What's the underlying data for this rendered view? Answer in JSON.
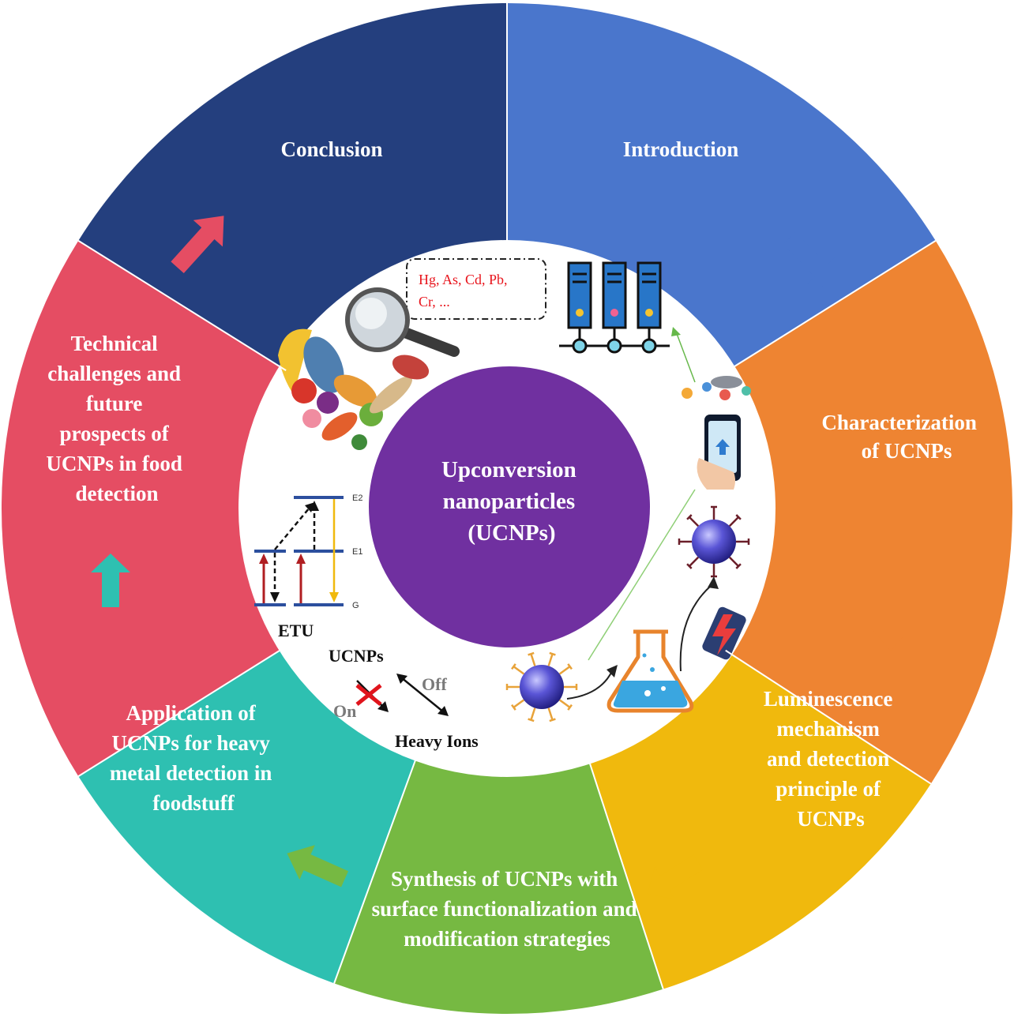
{
  "segments": [
    {
      "id": "introduction",
      "lines": [
        "Introduction"
      ],
      "color": "#4a76cc"
    },
    {
      "id": "characterization",
      "lines": [
        "Characterization",
        "of UCNPs"
      ],
      "color": "#ee8432"
    },
    {
      "id": "luminescence",
      "lines": [
        "Luminescence",
        "mechanism",
        "and detection",
        "principle of",
        "UCNPs"
      ],
      "color": "#f0b90d"
    },
    {
      "id": "synthesis",
      "lines": [
        "Synthesis of UCNPs with",
        "surface functionalization and",
        "modification strategies"
      ],
      "color": "#76b942"
    },
    {
      "id": "application",
      "lines": [
        "Application of",
        "UCNPs for heavy",
        "metal detection in",
        "foodstuff"
      ],
      "color": "#2ec0b1"
    },
    {
      "id": "technical",
      "lines": [
        "Technical",
        "challenges and",
        "future",
        "prospects of",
        "UCNPs in food",
        "detection"
      ],
      "color": "#e54d63"
    },
    {
      "id": "conclusion",
      "lines": [
        "Conclusion"
      ],
      "color": "#243f7e"
    }
  ],
  "center": {
    "lines": [
      "Upconversion",
      "nanoparticles",
      "(UCNPs)"
    ],
    "color": "#7030a0"
  },
  "inner": {
    "metals_line1": "Hg, As, Cd, Pb,",
    "metals_line2": "Cr, ...",
    "etu_label": "ETU",
    "levels": {
      "e2": "E2",
      "e1": "E1",
      "g": "G"
    },
    "ucnps_label": "UCNPs",
    "on_label": "On",
    "off_label": "Off",
    "heavy_ions_label": "Heavy Ions"
  },
  "icons": [
    "food-icon",
    "magnifier-icon",
    "server-icon",
    "phone-icon",
    "nanoparticle-icon",
    "flask-icon",
    "lightning-icon"
  ]
}
